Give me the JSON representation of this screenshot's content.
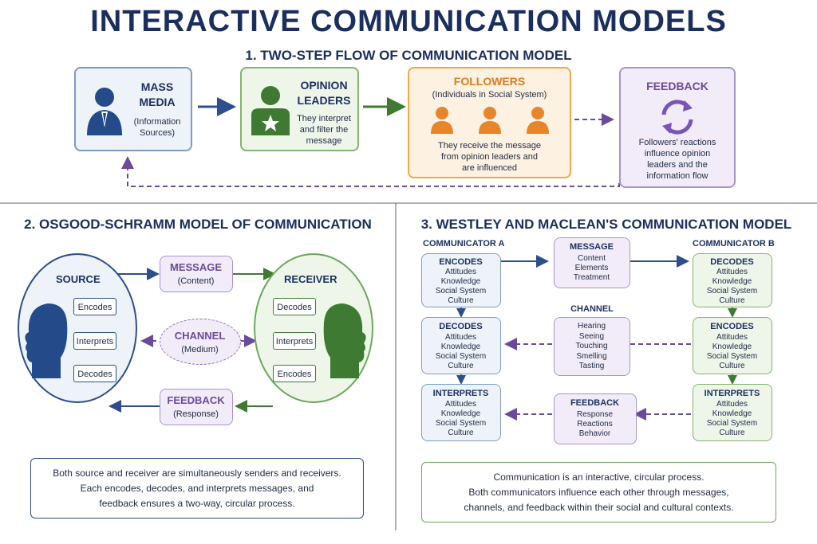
{
  "title": "INTERACTIVE COMMUNICATION MODELS",
  "section1": {
    "title": "1. TWO-STEP FLOW OF COMMUNICATION MODEL",
    "mass_media": {
      "line1": "MASS",
      "line2": "MEDIA",
      "sub1": "(Information",
      "sub2": "Sources)"
    },
    "opinion_leaders": {
      "line1": "OPINION",
      "line2": "LEADERS",
      "sub1": "They interpret",
      "sub2": "and filter the",
      "sub3": "message"
    },
    "followers": {
      "title": "FOLLOWERS",
      "sub": "(Individuals in Social System)",
      "desc1": "They receive the message",
      "desc2": "from opinion leaders and",
      "desc3": "are influenced"
    },
    "feedback": {
      "title": "FEEDBACK",
      "desc1": "Followers' reactions",
      "desc2": "influence opinion",
      "desc3": "leaders and the",
      "desc4": "information flow"
    }
  },
  "section2": {
    "title": "2. OSGOOD-SCHRAMM MODEL OF COMMUNICATION",
    "source": {
      "label": "SOURCE",
      "steps": [
        "Encodes",
        "Interprets",
        "Decodes"
      ]
    },
    "receiver": {
      "label": "RECEIVER",
      "steps": [
        "Decodes",
        "Interprets",
        "Encodes"
      ]
    },
    "message": {
      "title": "MESSAGE",
      "sub": "(Content)"
    },
    "channel": {
      "title": "CHANNEL",
      "sub": "(Medium)"
    },
    "feedback": {
      "title": "FEEDBACK",
      "sub": "(Response)"
    },
    "note": [
      "Both source and receiver are simultaneously senders and receivers.",
      "Each encodes, decodes, and interprets messages, and",
      "feedback ensures a two-way, circular process."
    ]
  },
  "section3": {
    "title": "3. WESTLEY AND MACLEAN'S COMMUNICATION MODEL",
    "comm_a": "COMMUNICATOR A",
    "comm_b": "COMMUNICATOR B",
    "a_boxes": [
      {
        "title": "ENCODES",
        "items": [
          "Attitudes",
          "Knowledge",
          "Social System",
          "Culture"
        ]
      },
      {
        "title": "DECODES",
        "items": [
          "Attitudes",
          "Knowledge",
          "Social System",
          "Culture"
        ]
      },
      {
        "title": "INTERPRETS",
        "items": [
          "Attitudes",
          "Knowledge",
          "Social System",
          "Culture"
        ]
      }
    ],
    "b_boxes": [
      {
        "title": "DECODES",
        "items": [
          "Attitudes",
          "Knowledge",
          "Social System",
          "Culture"
        ]
      },
      {
        "title": "ENCODES",
        "items": [
          "Attitudes",
          "Knowledge",
          "Social System",
          "Culture"
        ]
      },
      {
        "title": "INTERPRETS",
        "items": [
          "Attitudes",
          "Knowledge",
          "Social System",
          "Culture"
        ]
      }
    ],
    "message": {
      "title": "MESSAGE",
      "items": [
        "Content",
        "Elements",
        "Treatment"
      ]
    },
    "channel": {
      "title": "CHANNEL",
      "items": [
        "Hearing",
        "Seeing",
        "Touching",
        "Smelling",
        "Tasting"
      ]
    },
    "feedback": {
      "title": "FEEDBACK",
      "items": [
        "Response",
        "Reactions",
        "Behavior"
      ]
    },
    "note": [
      "Communication is an interactive, circular process.",
      "Both communicators influence each other through messages,",
      "channels, and feedback within their social and cultural contexts."
    ]
  },
  "colors": {
    "navy": "#1b2f5e",
    "blue": "#2c4f8c",
    "green": "#3e7a32",
    "orange": "#e07a1e",
    "purple": "#6b4a9c"
  }
}
